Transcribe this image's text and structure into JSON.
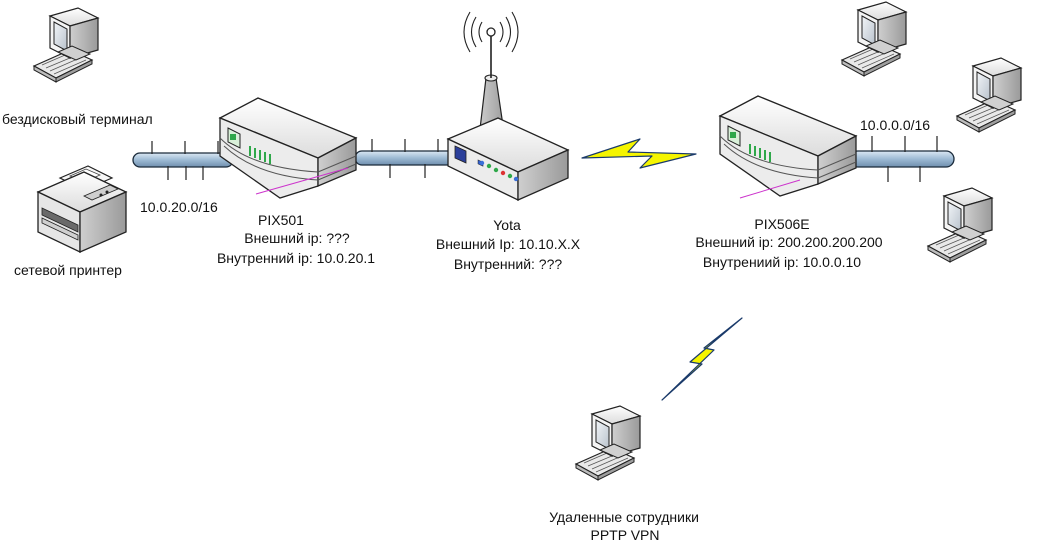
{
  "labels": {
    "diskless_terminal": "бездисковый терминал",
    "network_printer": "сетевой принтер",
    "left_subnet": "10.0.20.0/16",
    "right_subnet": "10.0.0.0/16",
    "pix501": {
      "name": "PIX501",
      "external_ip": "Внешний ip: ???",
      "internal_ip": "Внутренний ip: 10.0.20.1"
    },
    "yota": {
      "name": "Yota",
      "external_ip": "Внешний Ip: 10.10.X.X",
      "internal_ip": "Внутренний: ???"
    },
    "pix506e": {
      "name": "PIX506E",
      "external_ip": "Внешний ip: 200.200.200.200",
      "internal_ip": "Внутрениий ip: 10.0.0.10"
    },
    "remote": {
      "line1": "Удаленные сотрудники",
      "line2": "PPTP VPN"
    }
  },
  "colors": {
    "cable": "#a8c4dc",
    "lightning": "#f5f500",
    "device_body": "#eaeaea",
    "device_outline": "#222222",
    "screen": "#d8dde4",
    "led_green": "#2fa84a",
    "led_blue": "#2b3f9a",
    "magenta_wire": "#cc33cc"
  }
}
